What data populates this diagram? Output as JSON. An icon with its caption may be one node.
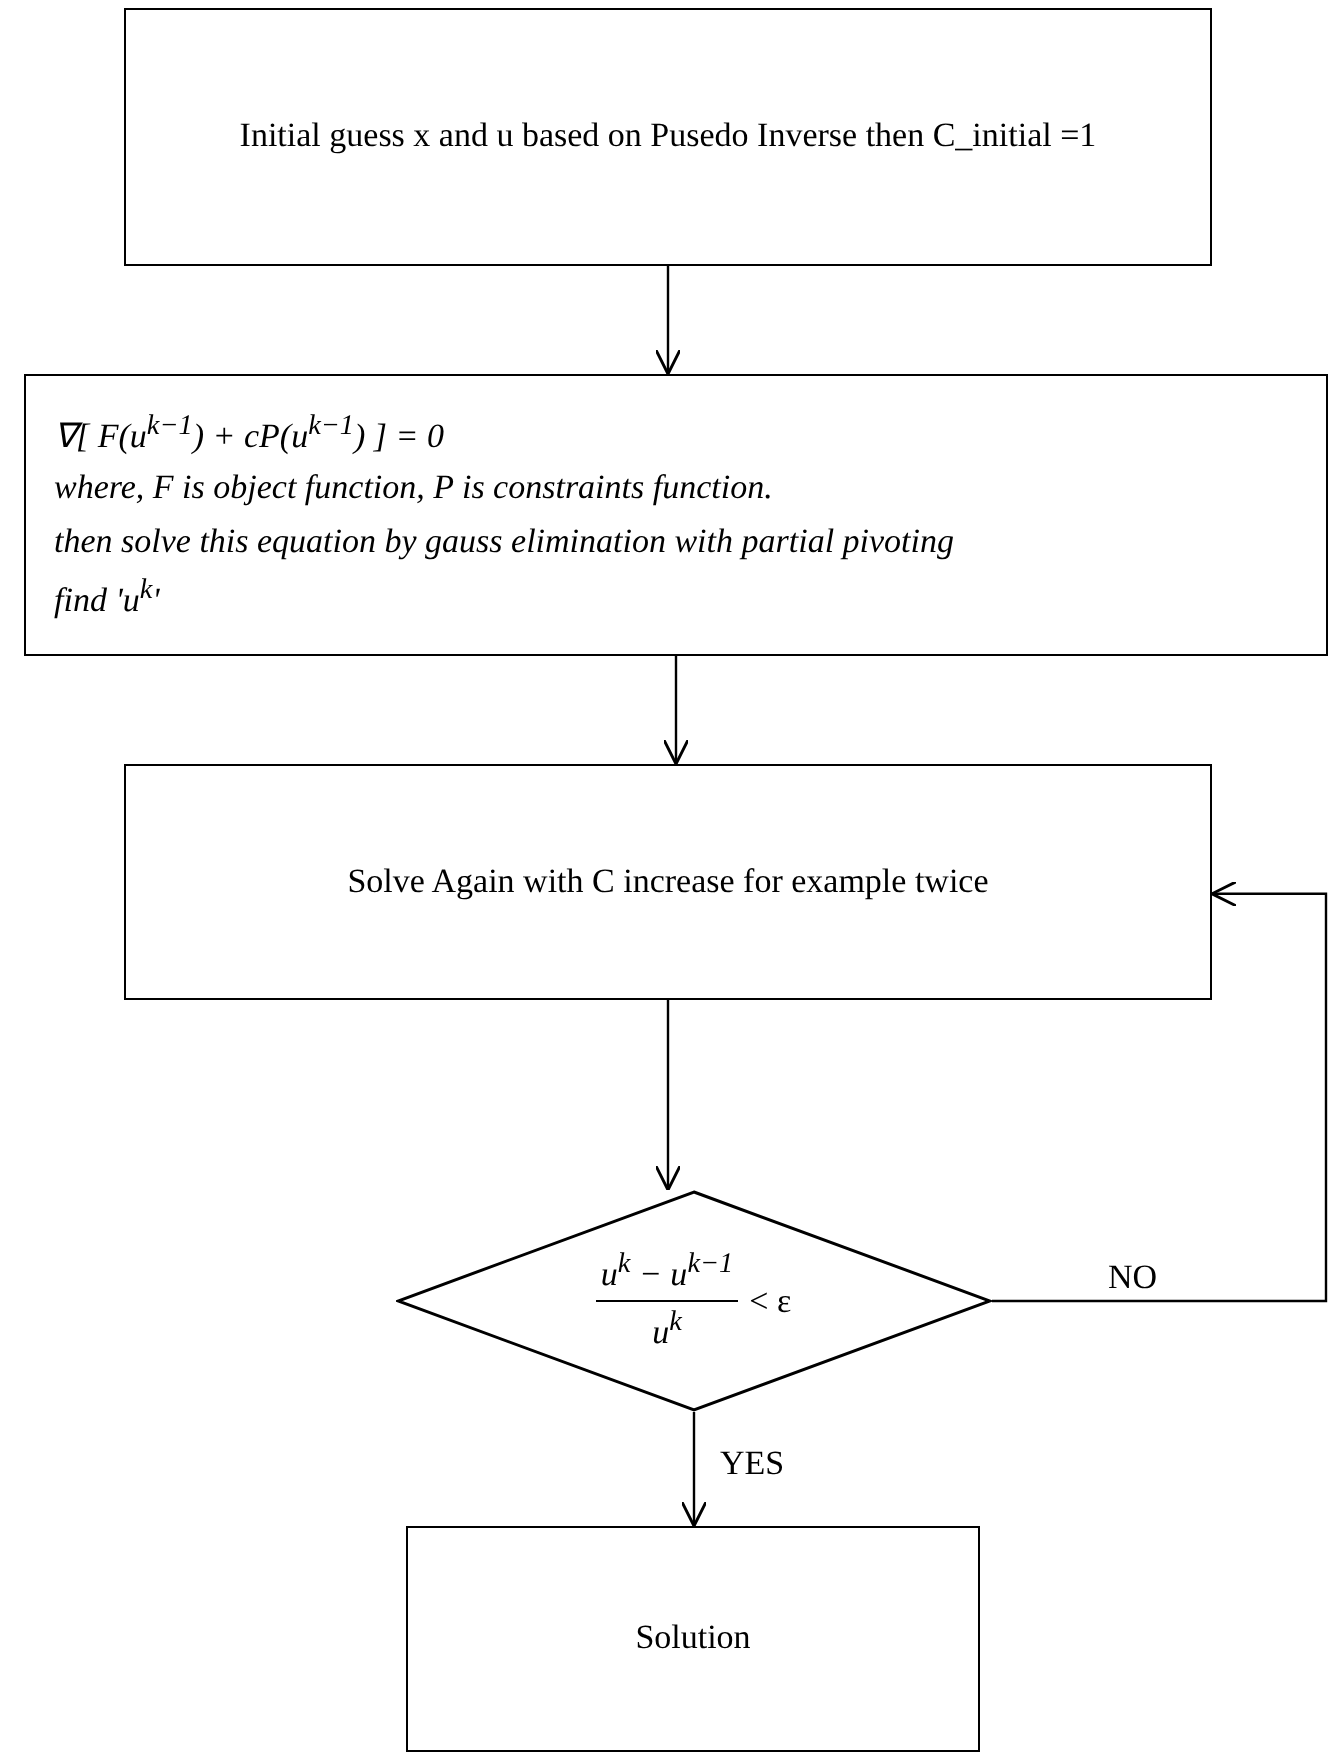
{
  "diagram": {
    "nodes": [
      {
        "text": [
          "Initial guess x and u based on Pusedo Inverse then C_initial =1"
        ]
      },
      {
        "text": [
          "∇[ F(u$^{k−1}$) + cP(u$^{k−1}$) ] = 0",
          "where, F is object function, P is constraints function.",
          "then solve this equation by gauss elimination with partial pivoting",
          "find 'u$^{k}$'"
        ]
      },
      {
        "text": [
          "Solve Again with C increase for example twice"
        ]
      },
      {
        "text": [
          "u$^{k}$ − u$^{k−1}$",
          "u$^{k}$",
          "< ε"
        ]
      },
      {
        "text": [
          "Solution"
        ]
      }
    ],
    "edges": [
      {
        "from": 0,
        "to": 1,
        "arrow": "to"
      },
      {
        "from": 1,
        "to": 2,
        "arrow": "to"
      },
      {
        "from": 2,
        "to": 3,
        "arrow": "to"
      },
      {
        "from": 3,
        "to": 2,
        "arrow": "to",
        "label": "NO"
      },
      {
        "from": 3,
        "to": 4,
        "arrow": "to",
        "label": "YES"
      }
    ]
  }
}
